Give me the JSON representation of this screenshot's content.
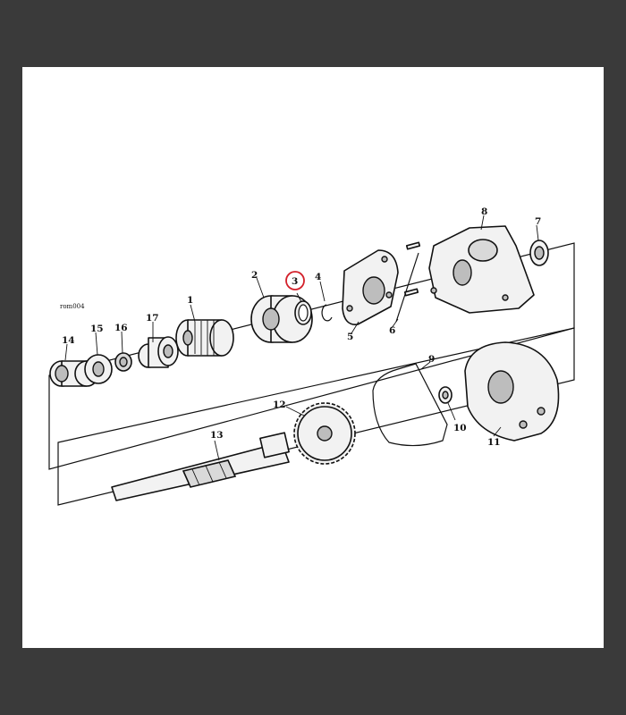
{
  "diagram_code": "rom004",
  "highlighted_label": "3",
  "labels": {
    "p1": "1",
    "p2": "2",
    "p3": "3",
    "p4": "4",
    "p5": "5",
    "p6": "6",
    "p7": "7",
    "p8": "8",
    "p9": "9",
    "p10": "10",
    "p11": "11",
    "p12": "12",
    "p13": "13",
    "p14": "14",
    "p15": "15",
    "p16": "16",
    "p17": "17"
  },
  "colors": {
    "background": "#3a3a3a",
    "paper": "#ffffff",
    "highlight": "#d3202a"
  }
}
